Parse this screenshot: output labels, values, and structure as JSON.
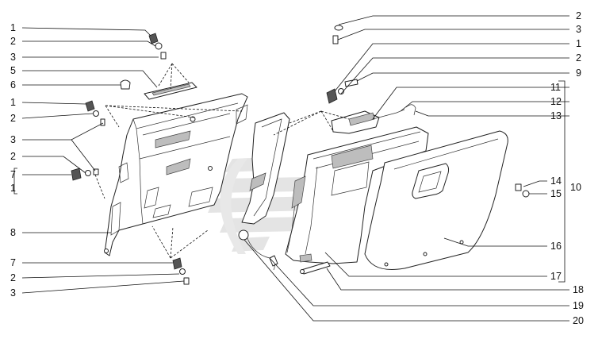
{
  "callouts_left": [
    "1",
    "2",
    "3",
    "5",
    "6",
    "1",
    "2",
    "3",
    "2",
    "7",
    "1",
    "8",
    "7",
    "2",
    "3"
  ],
  "callouts_right": [
    "2",
    "3",
    "1",
    "2",
    "9",
    "11",
    "12",
    "13",
    "14",
    "15",
    "10",
    "16",
    "17",
    "18",
    "19",
    "20"
  ],
  "colors": {
    "line": "#222222",
    "shading": "#bdbdbd",
    "watermark": "#d9d9d9"
  },
  "icons": [
    "watermark-logo"
  ]
}
